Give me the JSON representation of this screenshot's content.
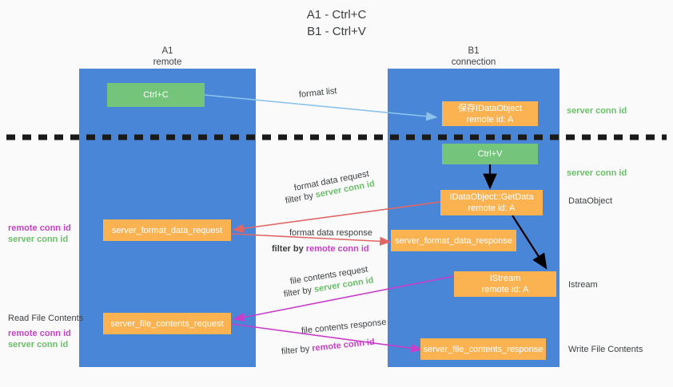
{
  "title": "A1 - Ctrl+C\nB1 - Ctrl+V",
  "columns": {
    "left": {
      "name": "A1",
      "role": "remote"
    },
    "right": {
      "name": "B1",
      "role": "connection"
    }
  },
  "nodes": {
    "ctrl_c": {
      "label": "Ctrl+C",
      "color": "#75c47c"
    },
    "ctrl_v": {
      "label": "Ctrl+V",
      "color": "#75c47c"
    },
    "save_dataobject": {
      "line1": "保存IDataObject",
      "line2": "remote id: A",
      "color": "#fbb251"
    },
    "getdata": {
      "line1": "IDataObject::GetData",
      "line2": "remote id: A",
      "color": "#fbb251"
    },
    "istream": {
      "line1": "IStream",
      "line2": "remote id: A",
      "color": "#fbb251"
    },
    "server_format_data_request": {
      "label": "server_format_data_request",
      "color": "#fbb251"
    },
    "server_format_data_response": {
      "label": "server_format_data_response",
      "color": "#fbb251"
    },
    "server_file_contents_request": {
      "label": "server_file_contents_request",
      "color": "#fbb251"
    },
    "server_file_contents_response": {
      "label": "server_file_contents_response",
      "color": "#fbb251"
    }
  },
  "edges": {
    "format_list": {
      "label": "format list",
      "color": "#a6d0ef"
    },
    "format_data_request": {
      "label": "format data request",
      "filter_prefix": "filter by ",
      "filter_id": "server conn id",
      "color": "#e06666"
    },
    "format_data_response": {
      "label": "format data response",
      "filter_prefix": "filter by ",
      "filter_id": "remote conn id",
      "color": "#e06666"
    },
    "file_contents_request": {
      "label": "file contents request",
      "filter_prefix": "filter by ",
      "filter_id": "server conn id",
      "color": "#c93ec9"
    },
    "file_contents_response": {
      "label": "file contents response",
      "filter_prefix": "filter by ",
      "filter_id": "remote conn id",
      "color": "#c93ec9"
    }
  },
  "margins": {
    "right": {
      "server_conn_id_top": "server conn id",
      "server_conn_id_mid": "server conn id",
      "dataobject": "DataObject",
      "istream": "Istream",
      "write_file_contents": "Write File Contents"
    },
    "left": {
      "remote_conn_id_1": "remote conn id",
      "server_conn_id_1": "server conn id",
      "read_file_contents": "Read File Contents",
      "remote_conn_id_2": "remote conn id",
      "server_conn_id_2": "server conn id"
    }
  },
  "colors": {
    "column": "#4a86d8",
    "green_node": "#75c47c",
    "orange_node": "#fbb251",
    "green_text": "#6abf69",
    "purple_text": "#c93ec9",
    "red_arrow": "#e06666",
    "purple_arrow": "#c93ec9",
    "blue_arrow": "#a6d0ef",
    "background": "#fafafa",
    "divider": "#1a1a1a"
  }
}
